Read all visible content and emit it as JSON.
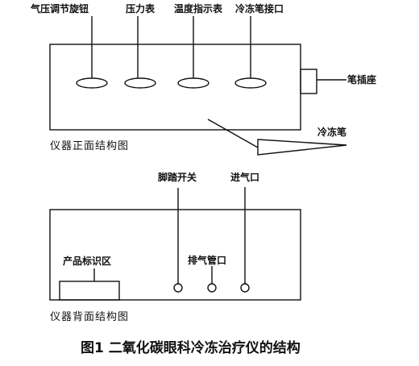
{
  "front_view": {
    "knob_label": "气压调节旋钮",
    "pressure_gauge_label": "压力表",
    "temperature_indicator_label": "温度指示表",
    "cryo_pen_port_label": "冷冻笔接口",
    "pen_socket_label": "笔插座",
    "cryo_pen_label": "冷冻笔",
    "caption": "仪器正面结构图"
  },
  "back_view": {
    "foot_switch_label": "脚踏开关",
    "air_inlet_label": "进气口",
    "exhaust_pipe_label": "排气管口",
    "product_label_area_label": "产品标识区",
    "caption": "仪器背面结构图"
  },
  "figure_title": "图1 二氧化碳眼科冷冻治疗仪的结构"
}
